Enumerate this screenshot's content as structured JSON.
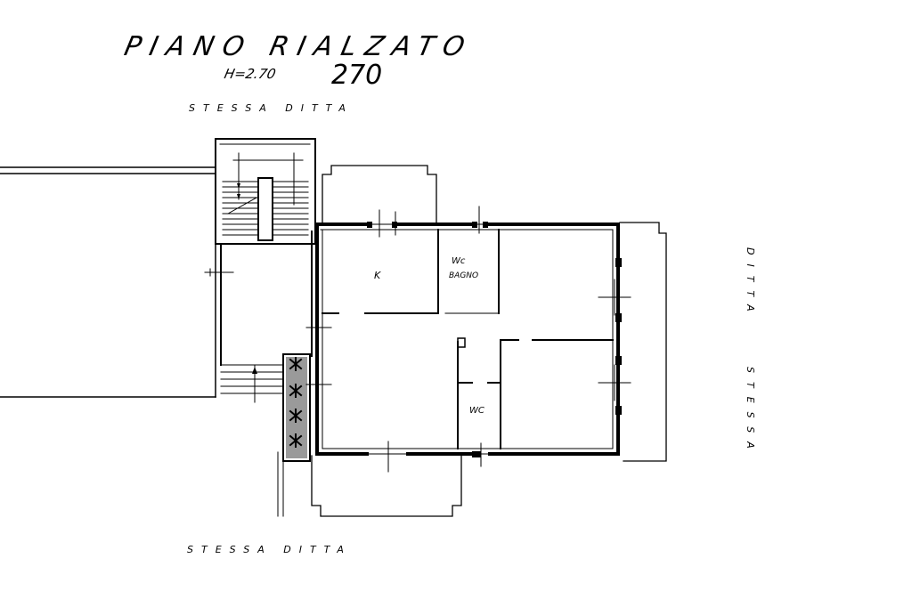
{
  "drawing": {
    "title": "PIANO RIALZATO",
    "height_note": "H=2.70",
    "height_value": "270",
    "adjacent_top": "STESSA DITTA",
    "adjacent_right_1": "DITTA",
    "adjacent_right_2": "STESSA",
    "adjacent_bottom": "STESSA DITTA"
  },
  "rooms": {
    "kitchen": "K",
    "wc_top": "Wc",
    "bath": "BAGNO",
    "wc_bottom": "WC"
  },
  "colors": {
    "ink": "#000000",
    "paper": "#ffffff"
  }
}
